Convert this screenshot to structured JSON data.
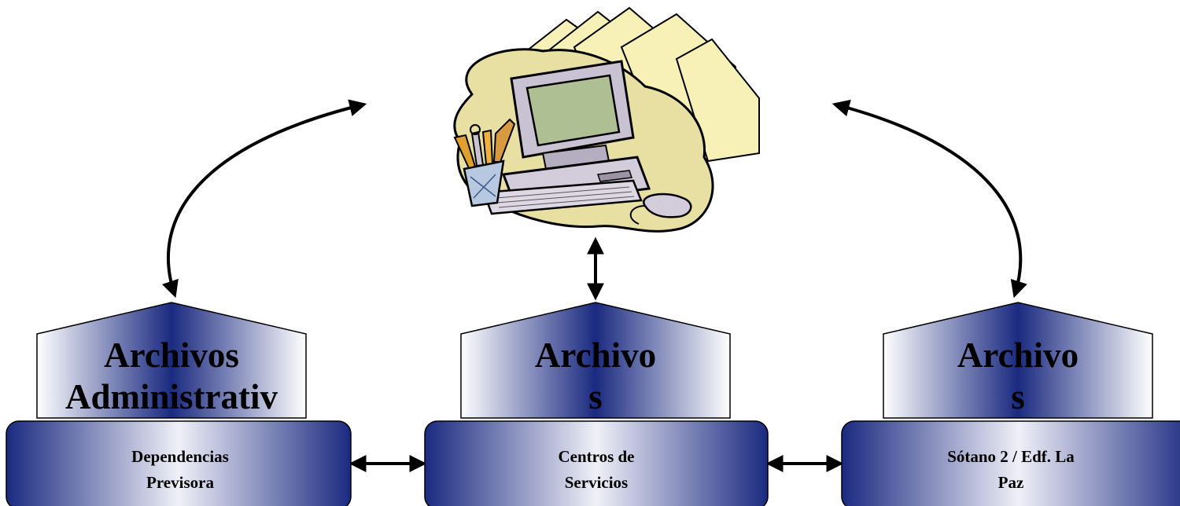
{
  "colors": {
    "navy": "#1a2a80",
    "light": "#e8e8f2",
    "arrow": "#000000"
  },
  "icons": [
    "computer-clipart-icon"
  ],
  "units": [
    {
      "roof_lines": [
        "Archivos",
        "Administrativ"
      ],
      "base_lines": [
        "Dependencias",
        "Previsora"
      ]
    },
    {
      "roof_lines": [
        "Archivo",
        "s"
      ],
      "base_lines": [
        "Centros de",
        "Servicios"
      ]
    },
    {
      "roof_lines": [
        "Archivo",
        "s"
      ],
      "base_lines": [
        "Sótano 2 / Edf.  La",
        "Paz"
      ]
    }
  ]
}
